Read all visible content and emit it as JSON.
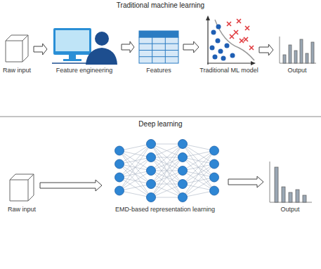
{
  "diagram": {
    "nodes": [
      {
        "text": [
          "Raw input"
        ]
      },
      {
        "text": [
          "Feature engineering"
        ]
      },
      {
        "text": [
          "Features"
        ]
      },
      {
        "text": [
          "Traditional ML model"
        ]
      },
      {
        "text": [
          "Output"
        ]
      },
      {
        "text": [
          "Raw input"
        ]
      },
      {
        "text": [
          "EMD-based representation learning"
        ]
      },
      {
        "text": [
          "Output"
        ]
      }
    ],
    "edges": [
      {
        "from": 0,
        "to": 1,
        "arrow": "to"
      },
      {
        "from": 1,
        "to": 2,
        "arrow": "to"
      },
      {
        "from": 2,
        "to": 3,
        "arrow": "to"
      },
      {
        "from": 3,
        "to": 4,
        "arrow": "to"
      },
      {
        "from": 5,
        "to": 6,
        "arrow": "to"
      },
      {
        "from": 6,
        "to": 7,
        "arrow": "to"
      }
    ],
    "labels": [
      "Traditional machine learning",
      "Deep learning"
    ]
  }
}
